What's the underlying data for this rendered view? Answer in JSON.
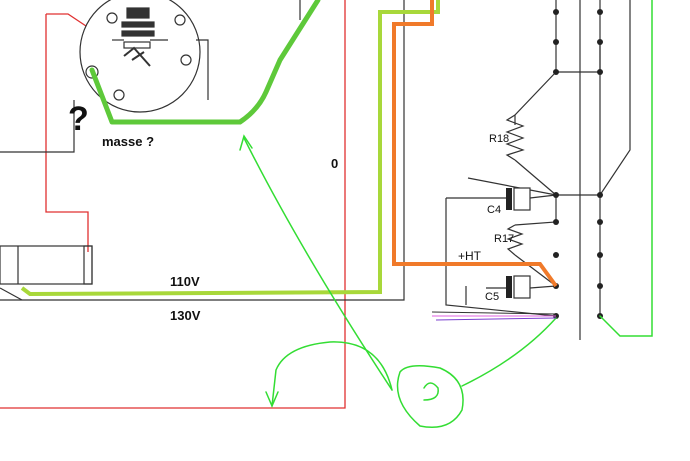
{
  "labels": {
    "question_mark": "?",
    "masse": "masse ?",
    "zero": "0",
    "v110": "110V",
    "v130": "130V",
    "ht": "+HT",
    "r18": "R18",
    "r17": "R17",
    "c4": "C4",
    "c5": "C5"
  },
  "colors": {
    "wire_black": "#333333",
    "wire_red": "#e03030",
    "wire_lime": "#a8d83a",
    "wire_orange": "#f07a2a",
    "wire_green_marker": "#5ec93a",
    "wire_green_hand": "#33dd33",
    "wire_pink": "#e060e0",
    "wire_purple": "#7a3fd0"
  },
  "icons": {
    "tube": "vacuum-tube-socket-icon",
    "resistor": "resistor-zigzag-icon",
    "capacitor": "electrolytic-capacitor-icon",
    "tag_strip": "terminal-tag-strip-icon",
    "arrow": "hand-drawn-arrow-icon"
  }
}
